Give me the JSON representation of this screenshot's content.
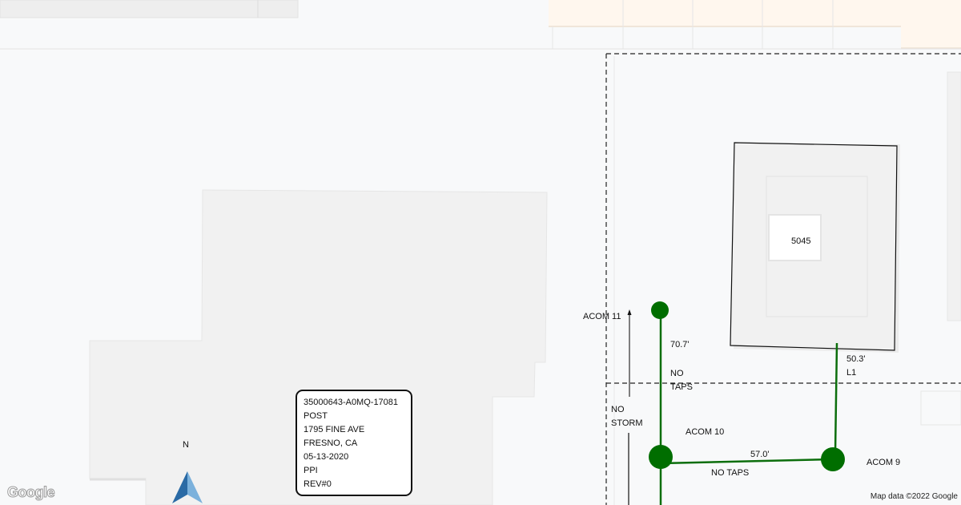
{
  "map": {
    "north_label": "N",
    "building_label": "5045",
    "labels": {
      "acom11": "ACOM 11",
      "acom10": "ACOM 10",
      "acom9": "ACOM 9",
      "len_70": "70.7'",
      "no_taps_1": "NO",
      "no_taps_2": "TAPS",
      "len_50": "50.3'",
      "l1": "L1",
      "no_storm_1": "NO",
      "no_storm_2": "STORM",
      "len_57": "57.0'",
      "no_taps_h": "NO TAPS"
    },
    "colors": {
      "pipe": "#006e00",
      "compass": "#3b7ab8"
    }
  },
  "info_box": {
    "lines": [
      "35000643-A0MQ-17081",
      "POST",
      "1795 FINE AVE",
      "FRESNO, CA",
      "05-13-2020",
      "PPI",
      "REV#0"
    ]
  },
  "footer": {
    "logo": "Google",
    "attribution": "Map data ©2022 Google"
  }
}
